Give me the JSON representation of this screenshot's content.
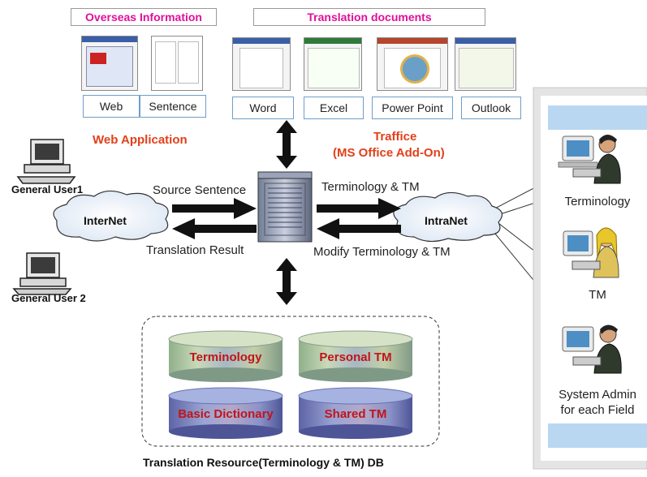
{
  "headers": {
    "overseas": "Overseas Information",
    "translation": "Translation documents"
  },
  "doc_labels": {
    "web": "Web",
    "sentence": "Sentence",
    "word": "Word",
    "excel": "Excel",
    "powerpoint": "Power Point",
    "outlook": "Outlook"
  },
  "web_app": "Web Application",
  "traffice": {
    "line1": "Traffice",
    "line2": "(MS Office Add-On)"
  },
  "users": {
    "user1": "General User1",
    "user2": "General User 2"
  },
  "clouds": {
    "internet": "InterNet",
    "intranet": "IntraNet"
  },
  "flows": {
    "source": "Source Sentence",
    "result": "Translation Result",
    "term_tm": "Terminology & TM",
    "modify": "Modify Terminology & TM"
  },
  "db": {
    "terminology": "Terminology",
    "personal_tm": "Personal TM",
    "basic_dict": "Basic Dictionary",
    "shared_tm": "Shared TM",
    "caption": "Translation Resource(Terminology & TM) DB"
  },
  "roles": {
    "terminology": "Terminology",
    "tm": "TM",
    "admin1": "System Admin",
    "admin2": "for each Field"
  },
  "colors": {
    "header_text": "#e0109a",
    "red_label": "#e2401a",
    "db_label": "#c0141a",
    "panel_accent": "#b9d7f1"
  }
}
